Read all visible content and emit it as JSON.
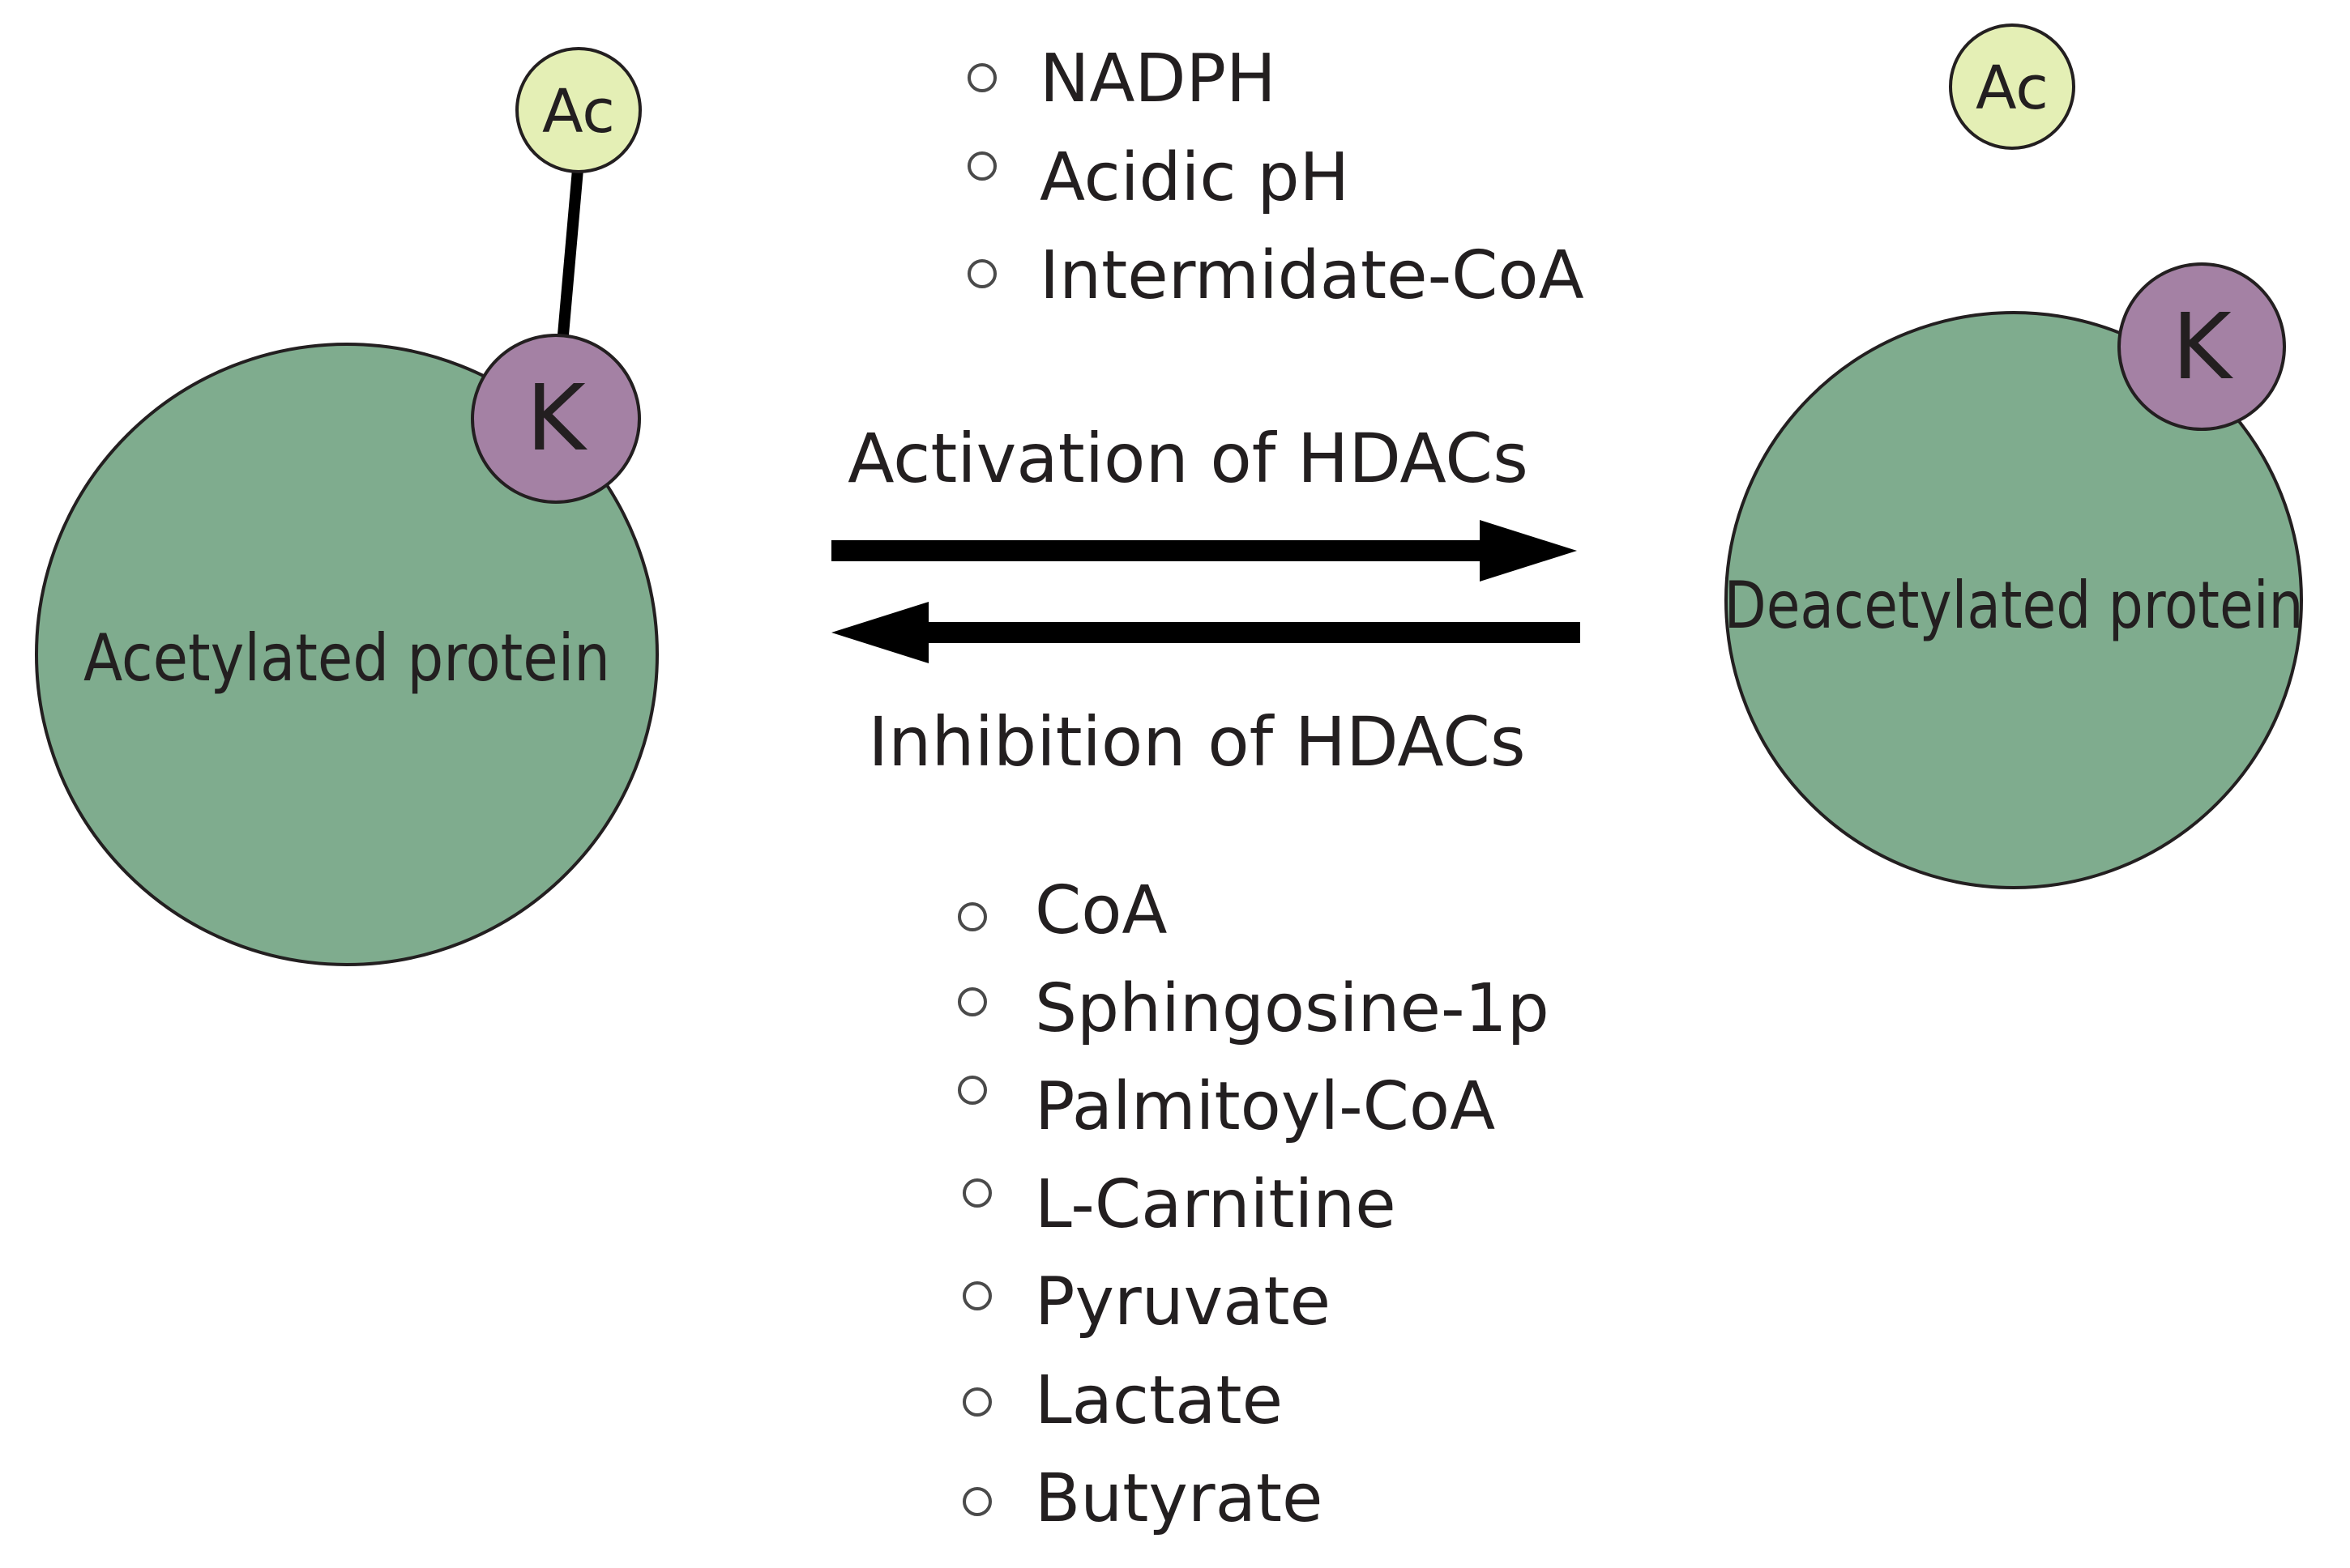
{
  "left_protein": {
    "label": "Acetylated protein",
    "residue_label": "K",
    "acetyl_label": "Ac"
  },
  "right_protein": {
    "label": "Deacetylated protein",
    "residue_label": "K",
    "acetyl_label": "Ac"
  },
  "forward_arrow": {
    "label": "Activation of HDACs"
  },
  "reverse_arrow": {
    "label": "Inhibition of HDACs"
  },
  "activators": [
    "NADPH",
    "Acidic pH",
    "Intermidate-CoA"
  ],
  "inhibitors": [
    "CoA",
    "Sphingosine-1p",
    "Palmitoyl-CoA",
    "L-Carnitine",
    "Pyruvate",
    "Lactate",
    "Butyrate"
  ],
  "colors": {
    "protein_fill": "#7fac8e",
    "lysine_fill": "#a481a4",
    "acetyl_fill": "#e4efb5",
    "stroke": "#231f20",
    "arrow": "#000000"
  }
}
